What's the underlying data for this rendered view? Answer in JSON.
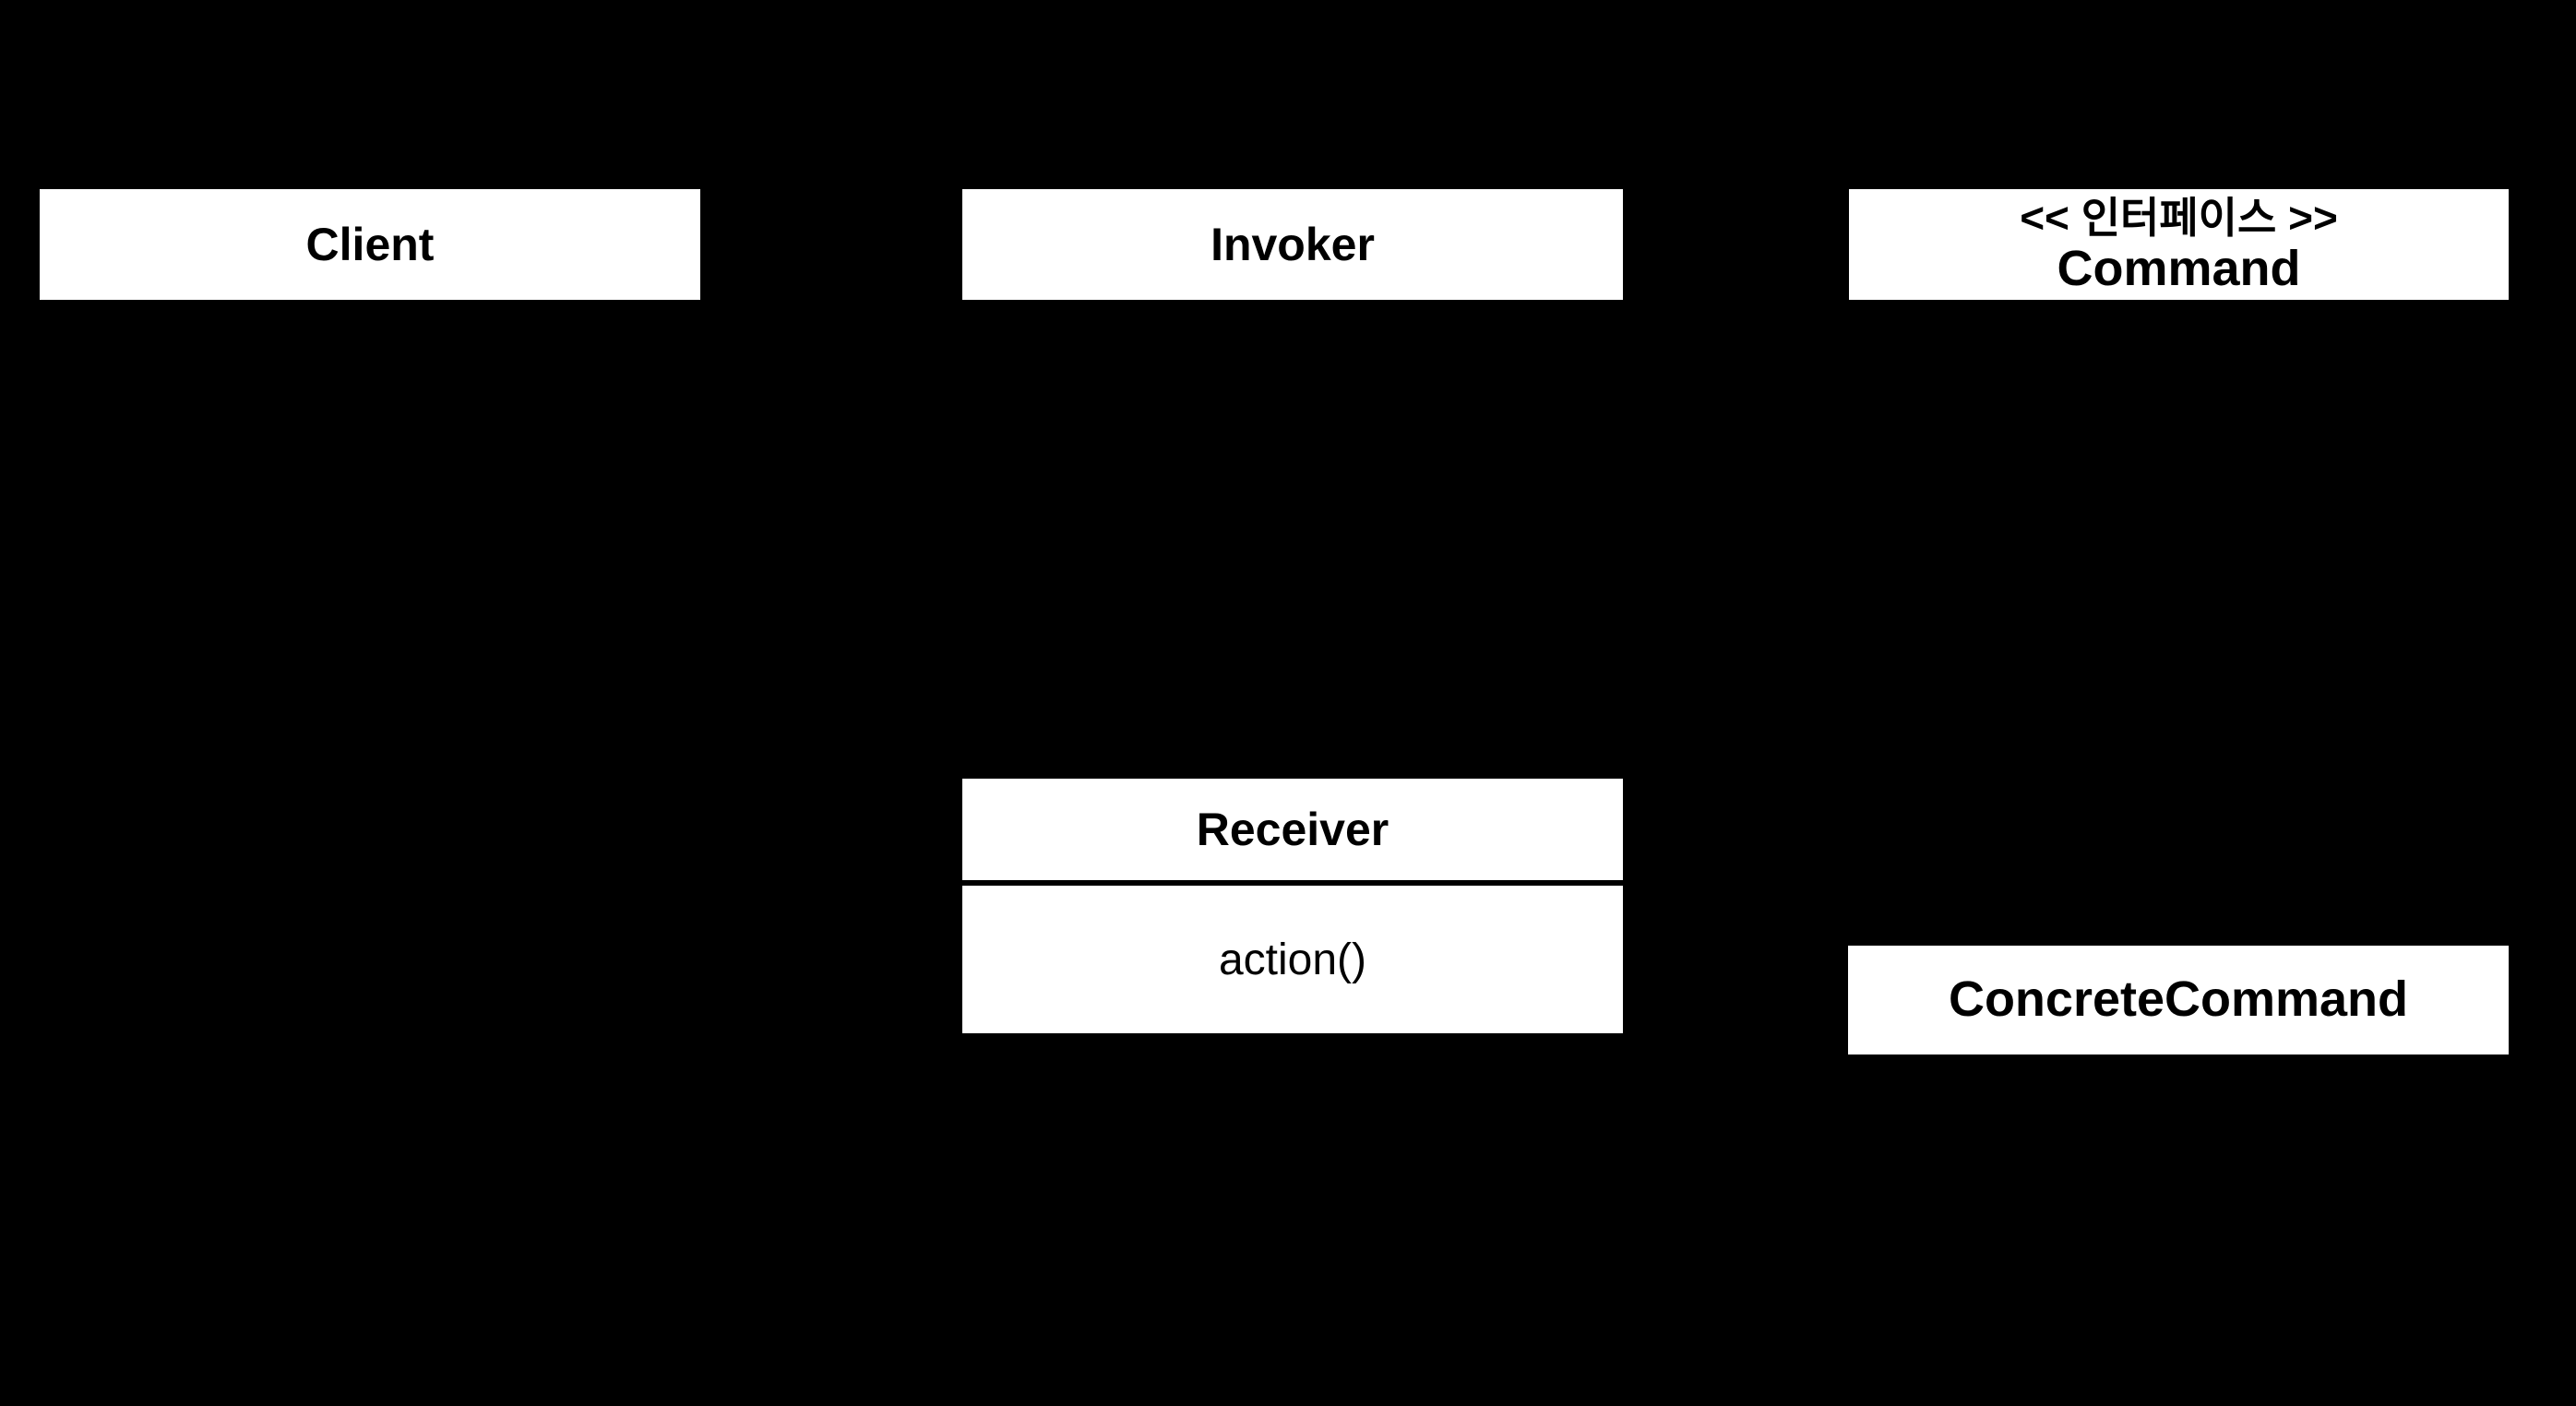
{
  "diagram": {
    "background": "#000000",
    "node_fill": "#ffffff",
    "node_text_color": "#000000",
    "nodes": {
      "client": {
        "label": "Client"
      },
      "invoker": {
        "label": "Invoker"
      },
      "command": {
        "stereotype": "<< 인터페이스 >>",
        "label": "Command"
      },
      "receiver": {
        "label": "Receiver",
        "methods": [
          "action()"
        ]
      },
      "concrete_command": {
        "label": "ConcreteCommand"
      }
    }
  }
}
